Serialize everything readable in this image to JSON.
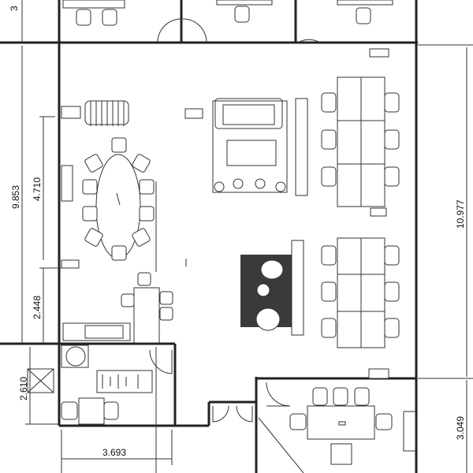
{
  "title": "Office floor plan",
  "dimensions": {
    "top_left_partial": "3",
    "left_total": "9.853",
    "conference_zone": "4.710",
    "lounge_zone": "2.448",
    "toilet_zone": "2.610",
    "kitchen_width": "3.693",
    "right_total": "10.977",
    "meeting_room": "3.049"
  },
  "colors": {
    "wall": "#222222",
    "rug": "#3a3a3a",
    "background": "#ffffff"
  }
}
